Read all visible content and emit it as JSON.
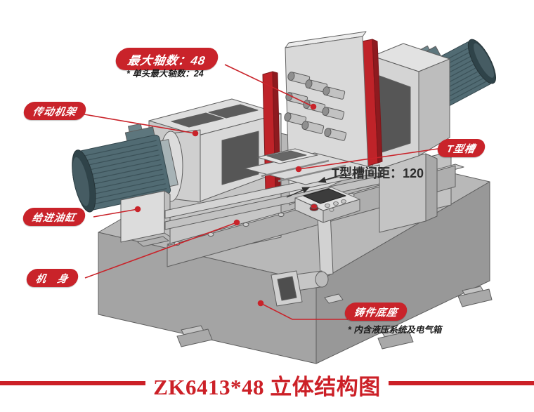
{
  "title": {
    "text": "ZK6413*48 立体结构图"
  },
  "callouts": {
    "max_axes": {
      "label": "最大轴数：48",
      "note": "* 单头最大轴数：24"
    },
    "transmission_frame": {
      "label": "传动机架"
    },
    "feed_cylinder": {
      "label": "给进油缸"
    },
    "machine_body": {
      "label": "机　身"
    },
    "t_slot": {
      "label": "T型槽"
    },
    "cast_base": {
      "label": "铸件底座",
      "note": "* 内含液压系统及电气箱"
    }
  },
  "annotations": {
    "t_slot_spacing": "T型槽间距：120"
  },
  "colors": {
    "accent_red": "#c9232a",
    "plate_red": "#bf2329",
    "plate_red_dark": "#8e1a1f",
    "motor_teal": "#516b73",
    "machine_light_gray": "#d6d6d6",
    "base_gray": "#a4a4a4",
    "window_dark": "#565656",
    "title_red": "#cc2027"
  }
}
